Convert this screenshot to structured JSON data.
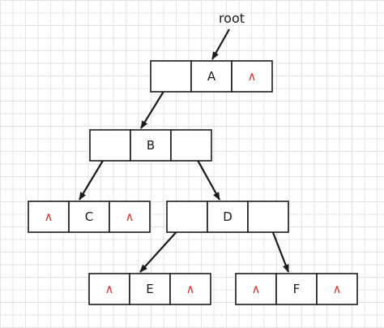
{
  "diagram": {
    "root_label": "root",
    "null_symbol": "∧",
    "null_color": "#d9342b",
    "nodes": [
      {
        "id": "A",
        "label": "A",
        "left": "child",
        "right": "null"
      },
      {
        "id": "B",
        "label": "B",
        "left": "child",
        "right": "child"
      },
      {
        "id": "C",
        "label": "C",
        "left": "null",
        "right": "null"
      },
      {
        "id": "D",
        "label": "D",
        "left": "child",
        "right": "child"
      },
      {
        "id": "E",
        "label": "E",
        "left": "null",
        "right": "null"
      },
      {
        "id": "F",
        "label": "F",
        "left": "null",
        "right": "null"
      }
    ],
    "edges": [
      {
        "from": "A",
        "side": "left",
        "to": "B"
      },
      {
        "from": "B",
        "side": "left",
        "to": "C"
      },
      {
        "from": "B",
        "side": "right",
        "to": "D"
      },
      {
        "from": "D",
        "side": "left",
        "to": "E"
      },
      {
        "from": "D",
        "side": "right",
        "to": "F"
      }
    ]
  }
}
